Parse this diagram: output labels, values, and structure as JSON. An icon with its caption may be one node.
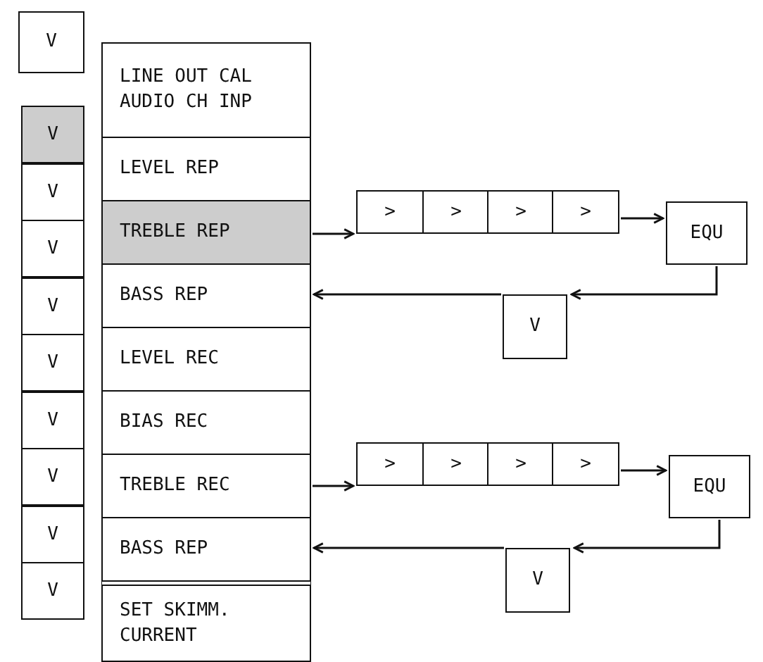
{
  "diagram": {
    "nodes": [
      {
        "text": [
          "V"
        ]
      },
      {
        "text": [
          "V"
        ]
      },
      {
        "text": [
          "V"
        ]
      },
      {
        "text": [
          "V"
        ]
      },
      {
        "text": [
          "V"
        ]
      },
      {
        "text": [
          "V"
        ]
      },
      {
        "text": [
          "V"
        ]
      },
      {
        "text": [
          "V"
        ]
      },
      {
        "text": [
          "V"
        ]
      },
      {
        "text": [
          "V"
        ]
      },
      {
        "text": [
          "LINE OUT CAL AUDIO CH INP"
        ]
      },
      {
        "text": [
          "LEVEL REP"
        ]
      },
      {
        "text": [
          "TREBLE REP"
        ]
      },
      {
        "text": [
          "BASS REP"
        ]
      },
      {
        "text": [
          "LEVEL REC"
        ]
      },
      {
        "text": [
          "BIAS REC"
        ]
      },
      {
        "text": [
          "TREBLE REC"
        ]
      },
      {
        "text": [
          "BASS REP"
        ]
      },
      {
        "text": [
          "SET SKIMM. CURRENT"
        ]
      },
      {
        "text": [
          ">"
        ]
      },
      {
        "text": [
          ">"
        ]
      },
      {
        "text": [
          ">"
        ]
      },
      {
        "text": [
          ">"
        ]
      },
      {
        "text": [
          "EQU"
        ]
      },
      {
        "text": [
          "V"
        ]
      },
      {
        "text": [
          ">"
        ]
      },
      {
        "text": [
          ">"
        ]
      },
      {
        "text": [
          ">"
        ]
      },
      {
        "text": [
          ">"
        ]
      },
      {
        "text": [
          "EQU"
        ]
      },
      {
        "text": [
          "V"
        ]
      }
    ],
    "edges": [
      {
        "from": 12,
        "to": 19,
        "arrow": "to"
      },
      {
        "from": 22,
        "to": 23,
        "arrow": "to"
      },
      {
        "from": 23,
        "to": 24,
        "arrow": "to"
      },
      {
        "from": 24,
        "to": 13,
        "arrow": "to"
      },
      {
        "from": 16,
        "to": 25,
        "arrow": "to"
      },
      {
        "from": 28,
        "to": 29,
        "arrow": "to"
      },
      {
        "from": 29,
        "to": 30,
        "arrow": "to"
      },
      {
        "from": 30,
        "to": 17,
        "arrow": "to"
      }
    ]
  }
}
